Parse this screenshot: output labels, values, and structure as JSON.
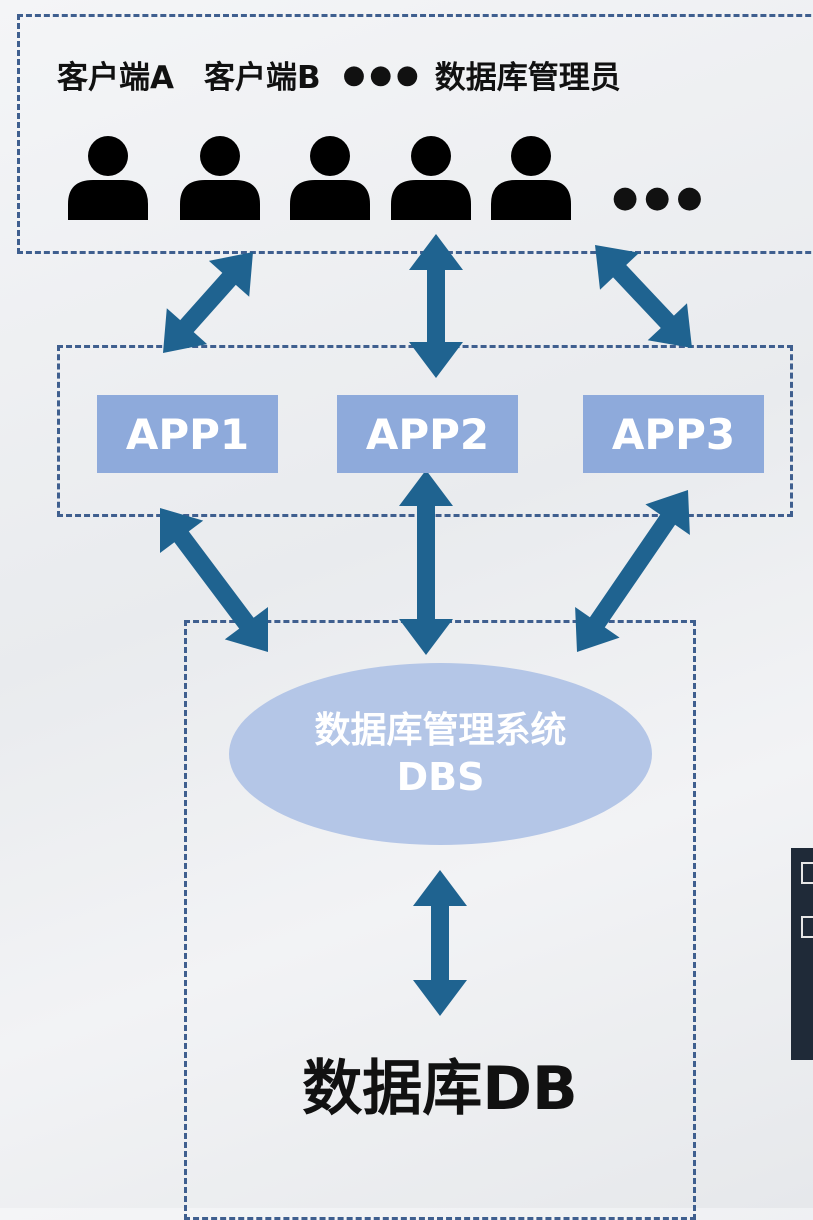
{
  "top_labels": {
    "client_a": "客户端A",
    "client_b": "客户端B",
    "ellipsis": "●●●",
    "admin": "数据库管理员"
  },
  "users": {
    "icon": "user-icon",
    "count": 5,
    "more": "●●●"
  },
  "apps": [
    "APP1",
    "APP2",
    "APP3"
  ],
  "dbms": {
    "line1": "数据库管理系统",
    "line2": "DBS"
  },
  "database": {
    "label": "数据库DB"
  },
  "colors": {
    "dashed_border": "#3f5f8f",
    "arrow": "#1f6390",
    "app_fill": "#8eaadb",
    "dbms_fill": "#b4c6e7",
    "text": "#111111"
  }
}
